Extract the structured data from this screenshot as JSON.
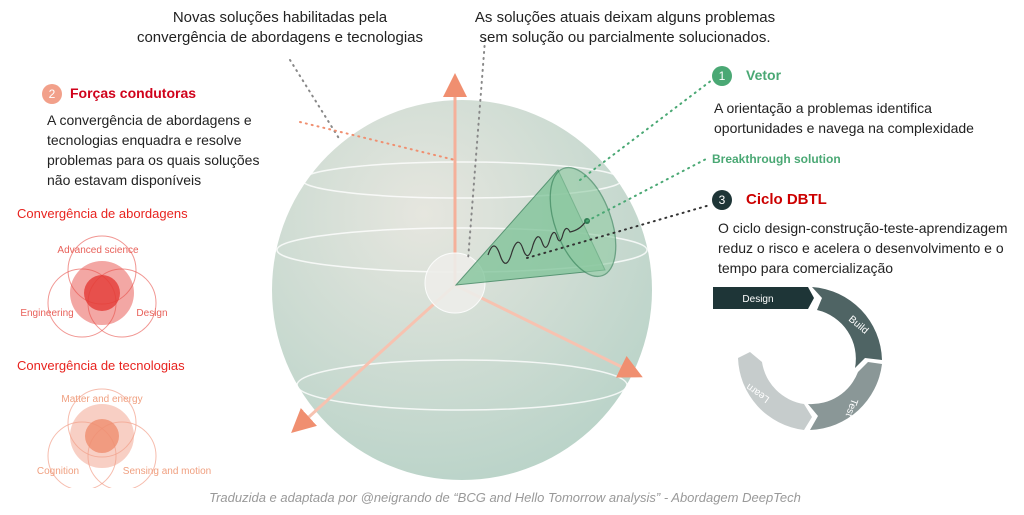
{
  "top_left_note": [
    "Novas soluções habilitadas pela",
    "convergência de abordagens e tecnologias"
  ],
  "top_right_note": [
    "As soluções atuais deixam alguns problemas",
    "sem solução ou parcialmente solucionados."
  ],
  "forcas": {
    "number": "2",
    "title": "Forças condutoras",
    "text": [
      "A convergência de abordagens e",
      "tecnologias enquadra e resolve",
      "problemas para os quais soluções",
      "não estavam disponíveis"
    ]
  },
  "venn_abordagens": {
    "title": "Convergência de abordagens",
    "labels": [
      "Advanced science",
      "Engineering",
      "Design"
    ]
  },
  "venn_tecnologias": {
    "title": "Convergência de tecnologias",
    "labels": [
      "Matter and energy",
      "Cognition",
      "Sensing and motion"
    ]
  },
  "vetor": {
    "number": "1",
    "title": "Vetor",
    "text": [
      "A orientação a problemas identifica",
      "oportunidades e navega na complexidade"
    ]
  },
  "breakthrough": "Breakthrough solution",
  "dbtl": {
    "number": "3",
    "title": "Ciclo DBTL",
    "text": [
      "O ciclo design-construção-teste-aprendizagem",
      "reduz o risco e acelera o desenvolvimento e o",
      "tempo para comercialização"
    ],
    "steps": [
      "Design",
      "Build",
      "Test",
      "Learn"
    ]
  },
  "footer": "Traduzida e adaptada por @neigrando de “BCG and Hello Tomorrow analysis” - Abordagem DeepTech",
  "colors": {
    "red": "#d0021b",
    "green": "#4aa874",
    "dark": "#1e3537",
    "salmon": "#f2a08a"
  }
}
